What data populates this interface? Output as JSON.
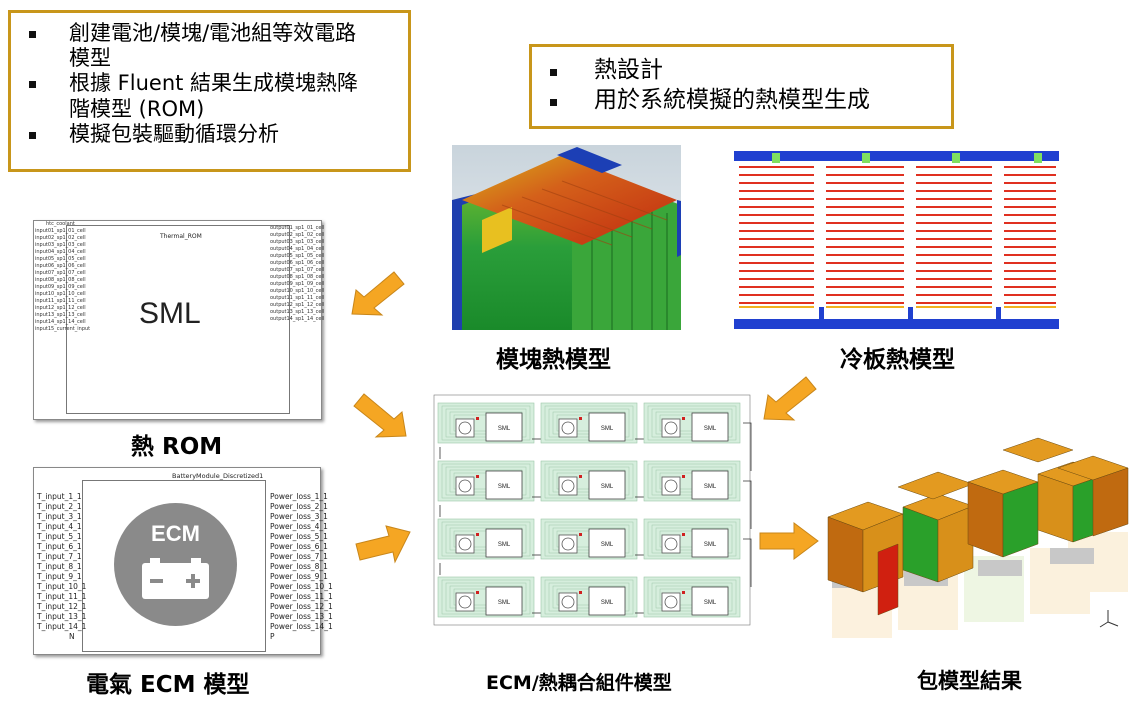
{
  "features": {
    "items": [
      "創建電池/模塊/電池組等效電路模型",
      "根據 Fluent 結果生成模塊熱降階模型 (ROM)",
      "模擬包裝驅動循環分析"
    ]
  },
  "thermal": {
    "items": [
      "熱設計",
      "用於系統模擬的熱模型生成"
    ]
  },
  "captions": {
    "module": "模塊熱模型",
    "coldplate": "冷板熱模型",
    "rom": "熱 ROM",
    "ecm": "電氣 ECM 模型",
    "assembly": "ECM/熱耦合組件模型",
    "pack": "包模型結果"
  },
  "rom_block": {
    "title": "Thermal_ROM",
    "center": "SML",
    "top_label": "htc_coolant",
    "inputs": [
      "input01_sp1_01_cell",
      "input02_sp1_02_cell",
      "input03_sp1_03_cell",
      "input04_sp1_04_cell",
      "input05_sp1_05_cell",
      "input06_sp1_06_cell",
      "input07_sp1_07_cell",
      "input08_sp1_08_cell",
      "input09_sp1_09_cell",
      "input10_sp1_10_cell",
      "input11_sp1_11_cell",
      "input12_sp1_12_cell",
      "input13_sp1_13_cell",
      "input14_sp1_14_cell",
      "input15_current_input"
    ],
    "outputs": [
      "output01_sp1_01_cell",
      "output02_sp1_02_cell",
      "output03_sp1_03_cell",
      "output04_sp1_04_cell",
      "output05_sp1_05_cell",
      "output06_sp1_06_cell",
      "output07_sp1_07_cell",
      "output08_sp1_08_cell",
      "output09_sp1_09_cell",
      "output10_sp1_10_cell",
      "output11_sp1_11_cell",
      "output12_sp1_12_cell",
      "output13_sp1_13_cell",
      "output14_sp1_14_cell"
    ]
  },
  "ecm_block": {
    "title": "BatteryModule_Discretized1",
    "icon_label": "ECM",
    "inputs": [
      "T_input_1_1",
      "T_input_2_1",
      "T_input_3_1",
      "T_input_4_1",
      "T_input_5_1",
      "T_input_6_1",
      "T_input_7_1",
      "T_input_8_1",
      "T_input_9_1",
      "T_input_10_1",
      "T_input_11_1",
      "T_input_12_1",
      "T_input_13_1",
      "T_input_14_1",
      "N"
    ],
    "outputs": [
      "Power_loss_1_1",
      "Power_loss_2_1",
      "Power_loss_3_1",
      "Power_loss_4_1",
      "Power_loss_5_1",
      "Power_loss_6_1",
      "Power_loss_7_1",
      "Power_loss_8_1",
      "Power_loss_9_1",
      "Power_loss_10_1",
      "Power_loss_11_1",
      "Power_loss_12_1",
      "Power_loss_13_1",
      "Power_loss_14_1",
      "P"
    ]
  },
  "assembly": {
    "block_label": "SML",
    "rows": 4,
    "cols": 3
  },
  "colors": {
    "accent_border": "#c8961a",
    "arrow": "#f5a623"
  }
}
